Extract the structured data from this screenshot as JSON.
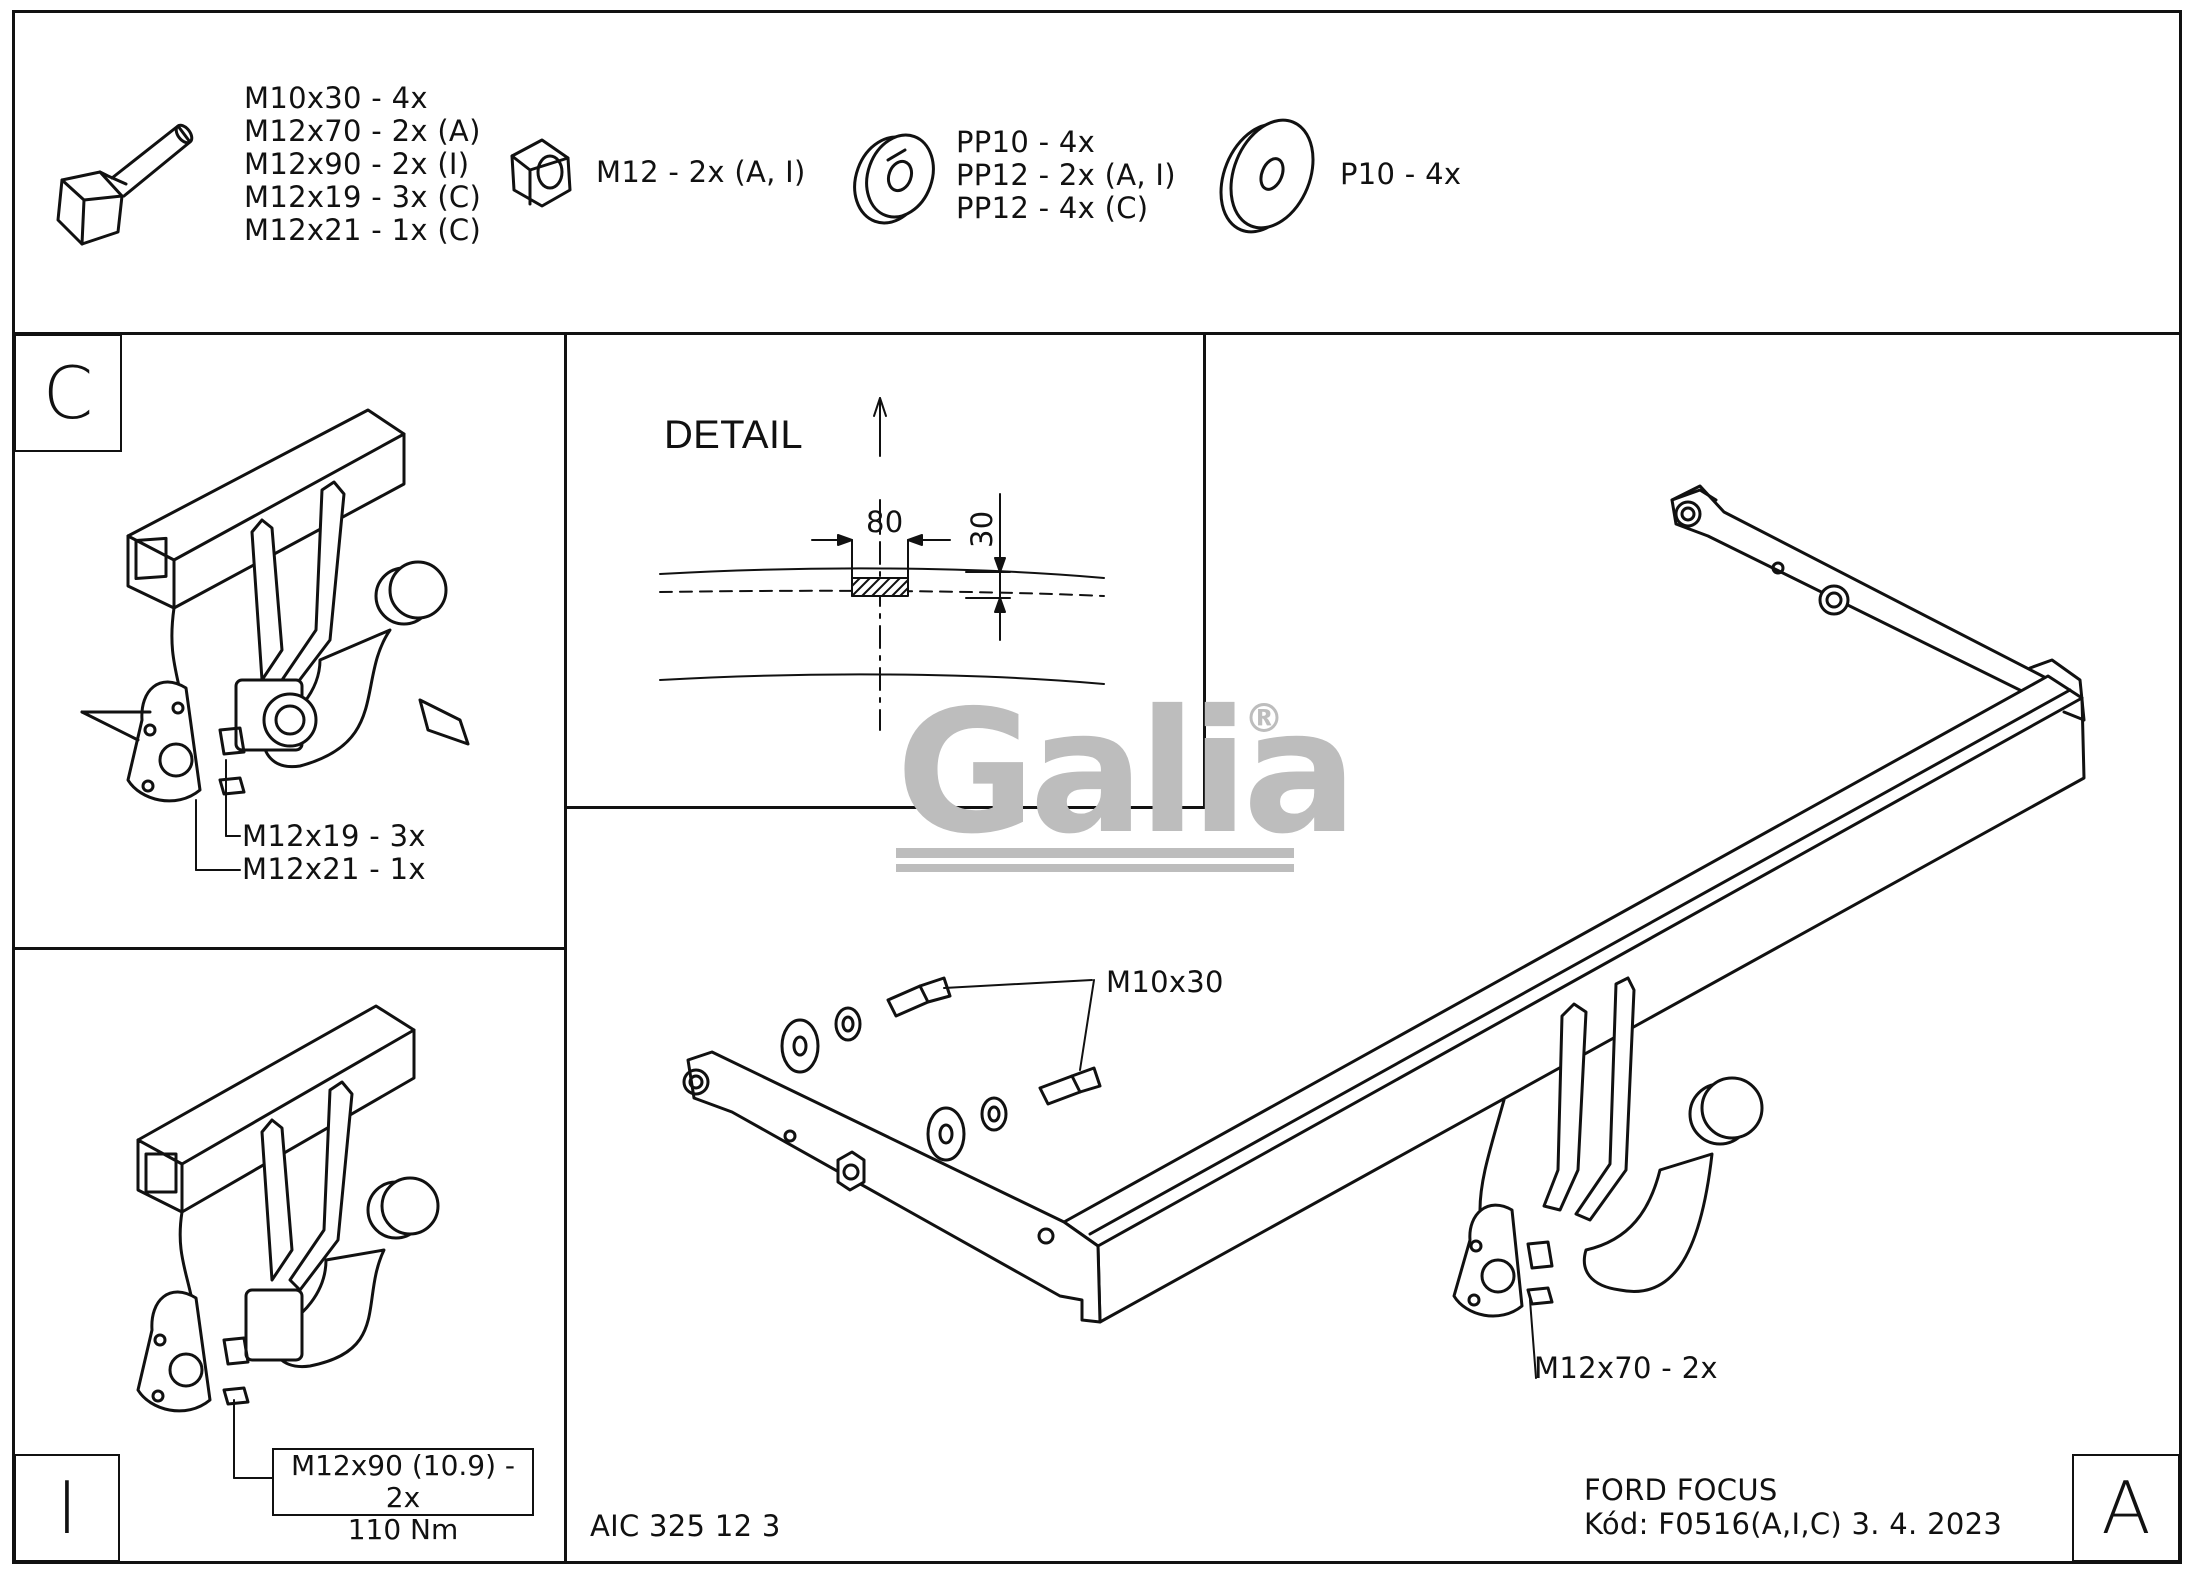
{
  "hardware": {
    "bolt_lines": [
      "M10x30 - 4x",
      "M12x70 - 2x (A)",
      "M12x90 - 2x (I)",
      "M12x19 - 3x (C)",
      "M12x21 - 1x (C)"
    ],
    "nut_label": "M12 - 2x (A, I)",
    "washer_lines": [
      "PP10 - 4x",
      "PP12 - 2x (A, I)",
      "PP12 - 4x (C)"
    ],
    "flat_washer_label": "P10 - 4x"
  },
  "panel_c": {
    "letter": "C",
    "label_1": "M12x19 - 3x",
    "label_2": "M12x21 - 1x"
  },
  "panel_i": {
    "letter": "I",
    "box_line_1": "M12x90 (10.9) - 2x",
    "box_line_2": "110 Nm"
  },
  "detail": {
    "title": "DETAIL",
    "dim_width": "80",
    "dim_height": "30"
  },
  "logo": {
    "text": "Galia",
    "mark": "®"
  },
  "main": {
    "bolt_label": "M10x30",
    "bolt2_label": "M12x70 - 2x",
    "letter": "A"
  },
  "footer": {
    "code_left": "AIC 325 12 3",
    "vehicle": "FORD FOCUS",
    "code_line": "Kód: F0516(A,I,C)  3. 4. 2023"
  }
}
